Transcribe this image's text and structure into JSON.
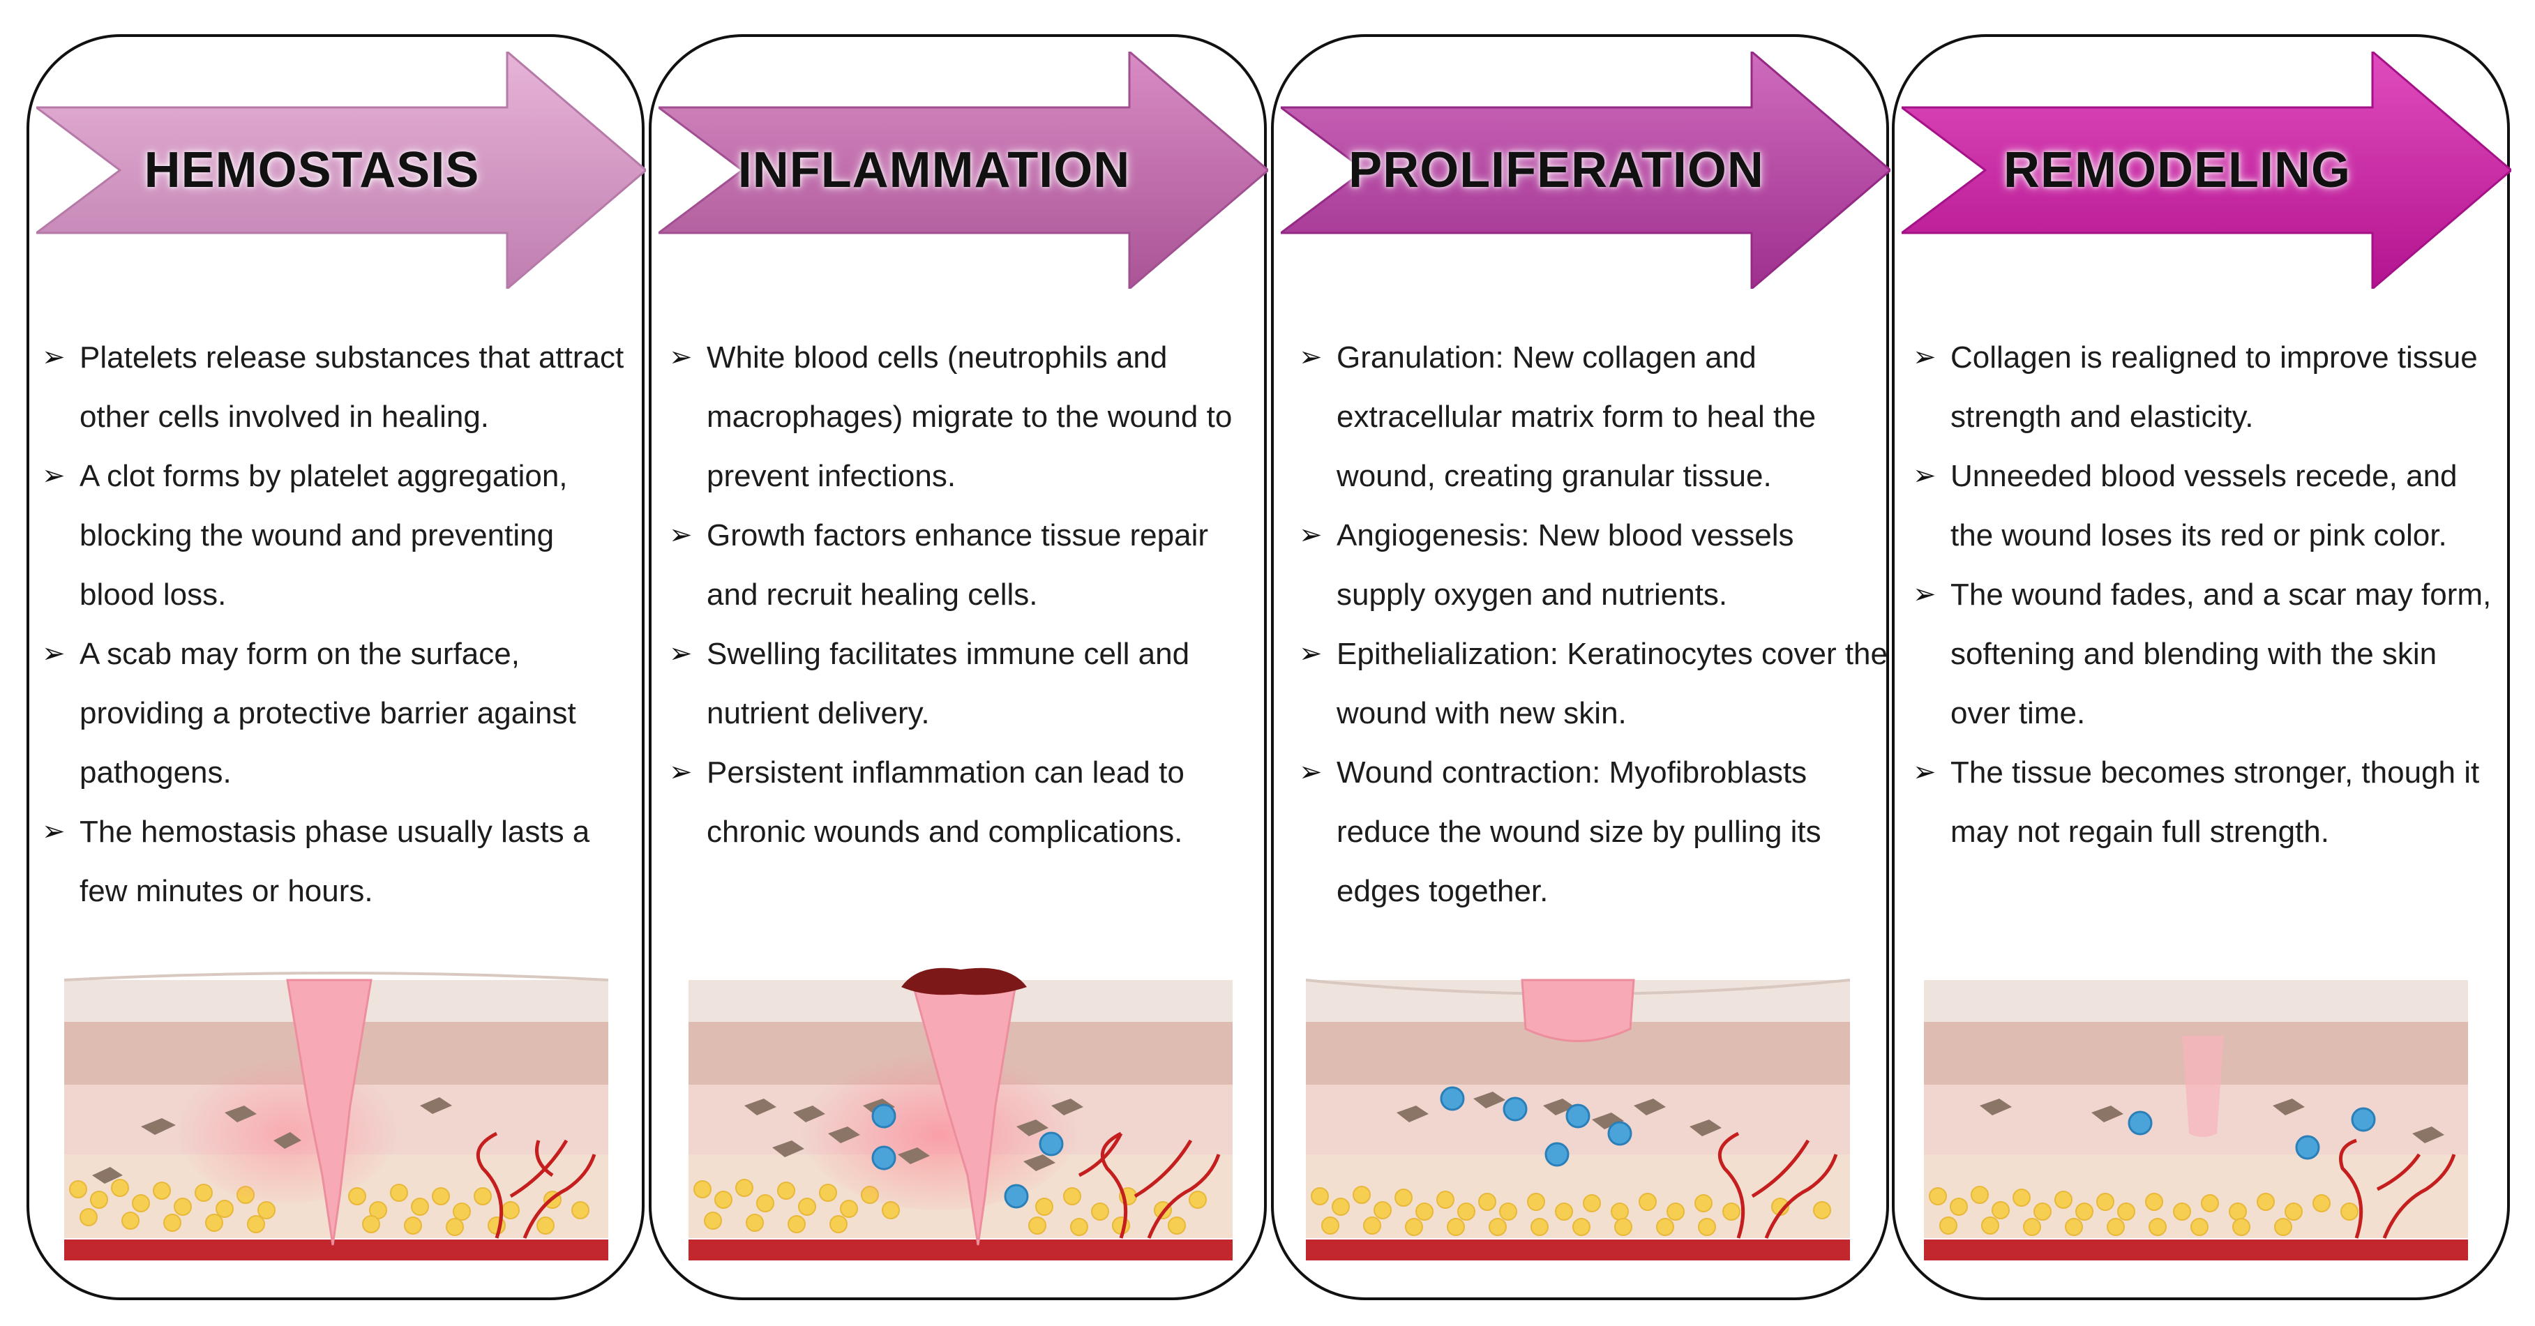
{
  "phases": [
    {
      "title": "HEMOSTASIS",
      "color": "#c78ab7",
      "bullets": [
        "Platelets release substances that attract other cells involved in healing.",
        "A clot forms by platelet aggregation, blocking the wound and preventing blood loss.",
        "A scab may form on the surface, providing a protective barrier against pathogens.",
        "The hemostasis phase usually lasts a few minutes or hours."
      ]
    },
    {
      "title": "INFLAMMATION",
      "color": "#b45aa0",
      "bullets": [
        "White blood cells (neutrophils and macrophages) migrate to the wound to prevent infections.",
        "Growth factors enhance tissue repair and recruit healing cells.",
        "Swelling facilitates immune cell and nutrient delivery.",
        "Persistent inflammation can lead to chronic wounds and complications."
      ]
    },
    {
      "title": "PROLIFERATION",
      "color": "#a8359a",
      "bullets": [
        "Granulation: New collagen and extracellular matrix form to heal the wound, creating  granular tissue.",
        "Angiogenesis: New blood vessels supply oxygen and nutrients.",
        "Epithelialization: Keratinocytes cover the wound with new skin.",
        "Wound contraction: Myofibroblasts reduce the wound size by pulling its edges together."
      ]
    },
    {
      "title": "REMODELING",
      "color": "#c1189a",
      "bullets": [
        "Collagen is realigned to improve tissue strength and elasticity.",
        "Unneeded blood vessels recede, and the wound loses its red or pink color.",
        "The wound fades, and a scar may form, softening and blending with the skin over time.",
        "The tissue becomes stronger, though it may not regain full strength."
      ]
    }
  ],
  "bullet_mark": "➢",
  "colors": {
    "wound_pink": "#f7a9b5",
    "dermis": "#e8c6bf",
    "fat": "#f6cf52",
    "muscle": "#c1272d",
    "vessel": "#c41e1e",
    "scab": "#7d1818",
    "immune_cell": "#4aa3d9",
    "fibroblast": "#8a7566"
  },
  "icons": [
    "right-arrow-icon",
    "bullet-arrow-icon"
  ]
}
